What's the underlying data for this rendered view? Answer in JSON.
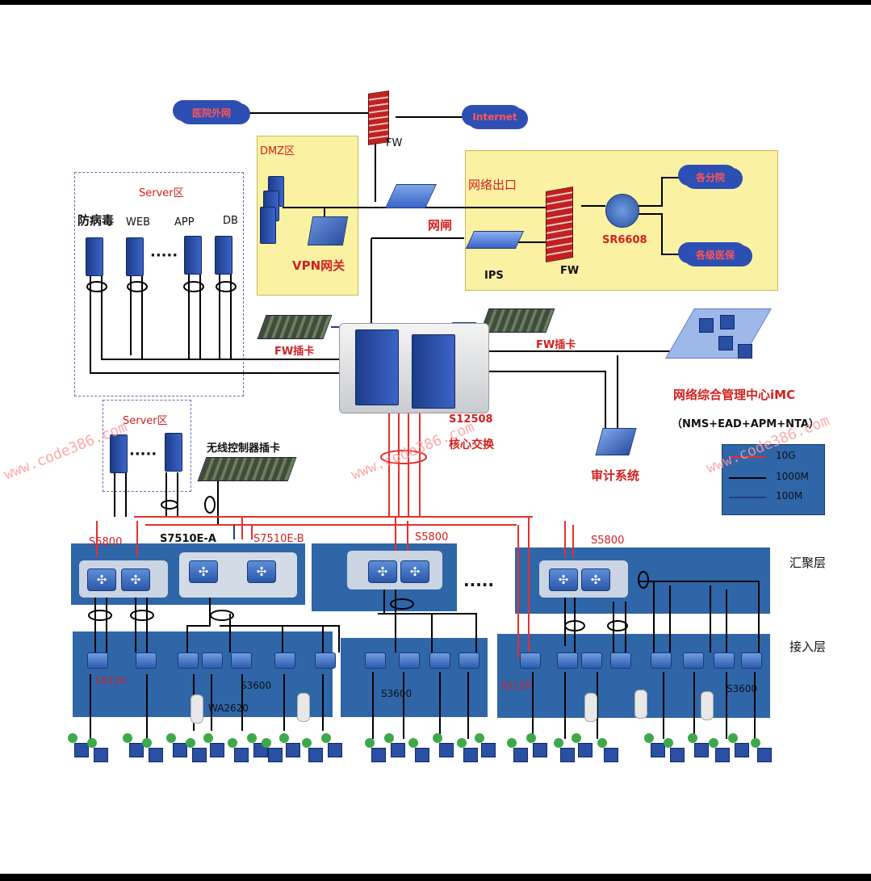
{
  "labels": {
    "remote_net": "医院外网",
    "internet": "Internet",
    "fw_top": "FW",
    "dmz": "DMZ区",
    "vpn": "VPN网关",
    "gateway": "网闸",
    "exit": "网络出口",
    "branch": "各分院",
    "community": "各级医保",
    "sr": "SR6608",
    "ips": "IPS",
    "fw_exit": "FW",
    "server_zone": "Server区",
    "antivirus": "防病毒",
    "web": "WEB",
    "app": "APP",
    "db": "DB",
    "fw_card_left": "FW插卡",
    "fw_card_right": "FW插卡",
    "imc": "网络综合管理中心iMC",
    "imc_sub": "（NMS+EAD+APM+NTA）",
    "core_model": "S12508",
    "core_name": "核心交换",
    "server_zone2": "Server区",
    "wireless_card": "无线控制器插卡",
    "audit": "审计系统",
    "agg_layer": "汇聚层",
    "access_layer": "接入层",
    "s5800_a": "S5800",
    "s7510a": "S7510E-A",
    "s7510b": "S7510E-B",
    "s5800_b": "S5800",
    "s5800_c": "S5800",
    "s5120_a": "S5120",
    "s3600_a": "S3600",
    "wa2620": "WA2620",
    "s3600_b": "S3600",
    "s5120_b": "S5120",
    "s3600_c": "S3600",
    "dots": "·····"
  },
  "legend": {
    "items": [
      {
        "label": "10G",
        "color": "#e53030"
      },
      {
        "label": "1000M",
        "color": "#000000"
      },
      {
        "label": "100M",
        "color": "#1f3f8a"
      }
    ]
  },
  "watermark": "www.code386.com",
  "colors": {
    "zone_yellow": "#fbf1a3",
    "zone_blue": "#2e66a8",
    "link_10g": "#e53030",
    "link_1000m": "#000000"
  }
}
